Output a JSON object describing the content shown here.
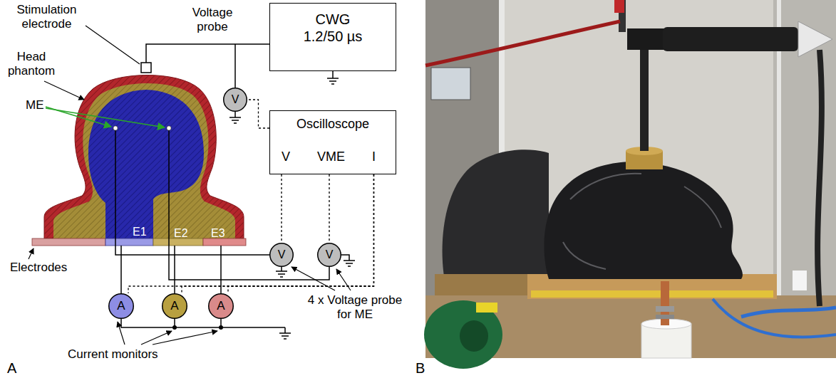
{
  "diagram": {
    "nodes": [
      {
        "text": [
          "CWG 1.2/50 µs"
        ]
      },
      {
        "text": [
          "V"
        ]
      },
      {
        "text": [
          "Oscilloscope",
          "V",
          "VME",
          "I"
        ]
      },
      {
        "text": [
          "V"
        ]
      },
      {
        "text": [
          "V"
        ]
      },
      {
        "text": [
          "A"
        ]
      },
      {
        "text": [
          "A"
        ]
      },
      {
        "text": [
          "A"
        ]
      }
    ],
    "edges": [
      {
        "from": 2,
        "to": 1,
        "arrow": "none"
      },
      {
        "from": 2,
        "to": 3,
        "arrow": "none"
      },
      {
        "from": 2,
        "to": 4,
        "arrow": "none"
      },
      {
        "from": 2,
        "to": 5,
        "arrow": "none"
      },
      {
        "from": 2,
        "to": 6,
        "arrow": "none"
      },
      {
        "from": 2,
        "to": 7,
        "arrow": "none"
      }
    ],
    "labels": [
      "Stimulation electrode",
      "Voltage probe",
      "Head phantom",
      "ME",
      "E1",
      "E2",
      "E3",
      "Electrodes",
      "Current monitors",
      "4 x Voltage probe for ME",
      "A",
      "B"
    ]
  }
}
